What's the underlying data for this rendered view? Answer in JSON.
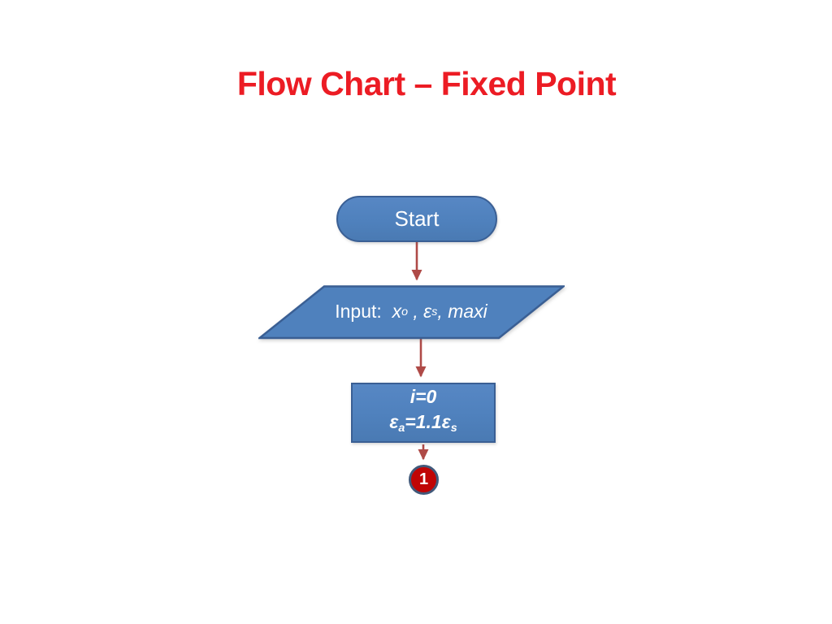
{
  "slide": {
    "title": "Flow Chart – Fixed Point"
  },
  "colors": {
    "title_red": "#ec1c24",
    "shape_fill": "#4f81bd",
    "shape_border": "#3a5f94",
    "arrow_red": "#af4a47",
    "connector_fill": "#c00505",
    "connector_border": "#41597a",
    "shape_text": "#ffffff",
    "background": "#ffffff"
  },
  "flowchart": {
    "start": {
      "label": "Start"
    },
    "input": {
      "prefix": "Input:  ",
      "var1": "x",
      "var1_sub": "o",
      "sep1": " , ",
      "var2": "ε",
      "var2_sub": "s",
      "sep2": ", ",
      "var3": "maxi"
    },
    "process": {
      "line1": "i=0",
      "line2_eps1": "ε",
      "line2_eps1_sub": "a",
      "line2_mid": "=1.1",
      "line2_eps2": "ε",
      "line2_eps2_sub": "s"
    },
    "connector": {
      "label": "1"
    }
  }
}
